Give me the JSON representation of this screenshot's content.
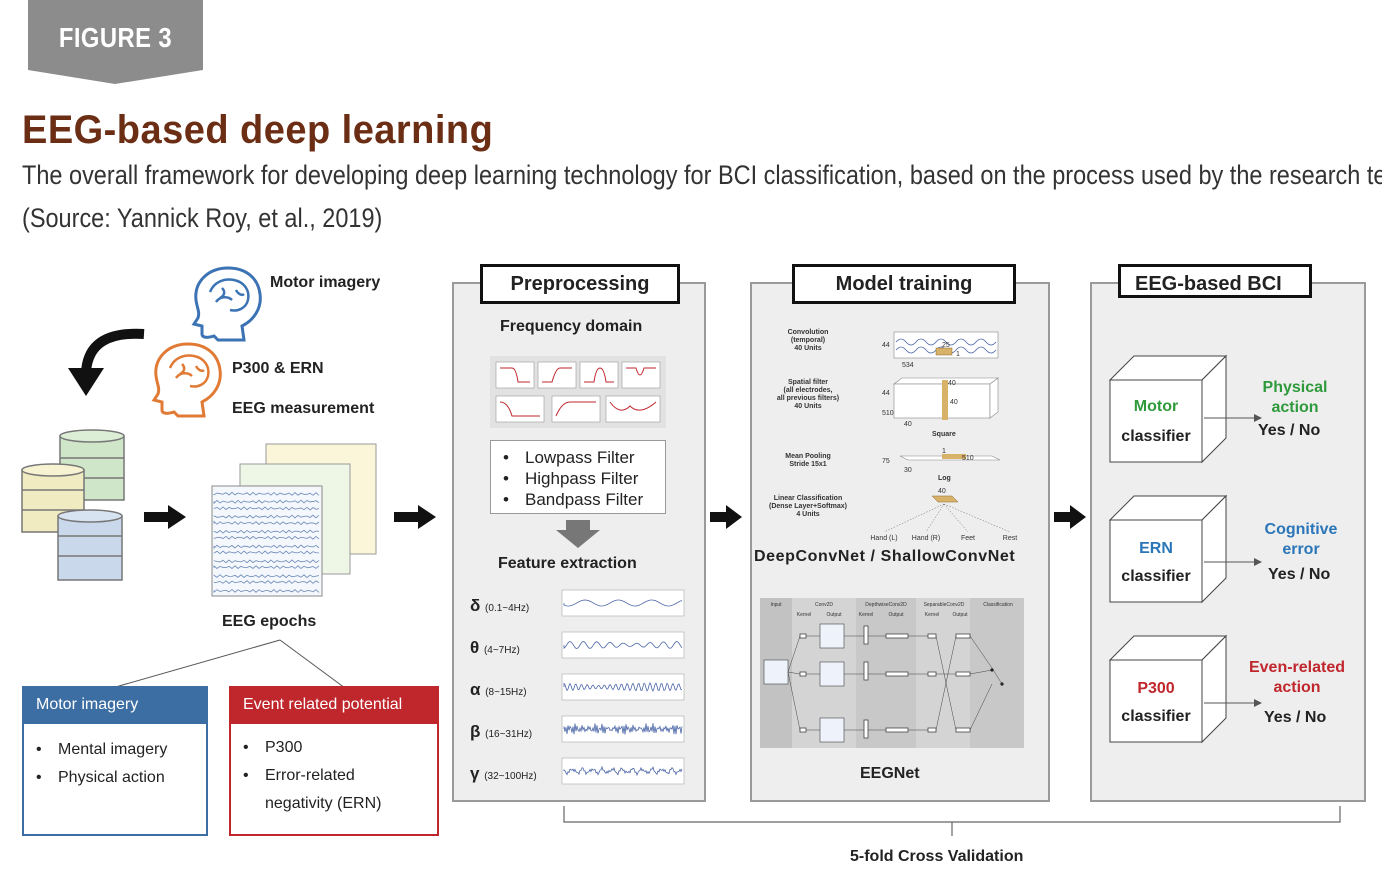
{
  "figure_tab": "FIGURE 3",
  "title": "EEG-based deep learning",
  "subtitle": "The overall framework for developing deep learning technology for BCI classification, based on the process used by the research team.",
  "source": "(Source: Yannick Roy, et al., 2019)",
  "colors": {
    "title": "#6b2d14",
    "tab": "#8c8c8c",
    "blue": "#3d6ea3",
    "red": "#c0272d",
    "green": "#2f9a3c",
    "cyan": "#2b76b9"
  },
  "acquisition": {
    "motor_imagery": "Motor imagery",
    "p300_ern": "P300 & ERN",
    "eeg_measurement": "EEG measurement",
    "eeg_epochs": "EEG epochs"
  },
  "categories": {
    "motor": {
      "header": "Motor imagery",
      "items": [
        "Mental imagery",
        "Physical action"
      ]
    },
    "erp": {
      "header": "Event related potential",
      "items": [
        "P300",
        "Error-related",
        "negativity  (ERN)"
      ]
    }
  },
  "preprocessing": {
    "header": "Preprocessing",
    "frequency_domain": "Frequency domain",
    "filters": [
      "Lowpass Filter",
      "Highpass Filter",
      "Bandpass Filter"
    ],
    "feature_extraction": "Feature extraction",
    "bands": [
      {
        "symbol": "δ",
        "range": "(0.1~4Hz)"
      },
      {
        "symbol": "θ",
        "range": "(4~7Hz)"
      },
      {
        "symbol": "α",
        "range": "(8~15Hz)"
      },
      {
        "symbol": "β",
        "range": "(16~31Hz)"
      },
      {
        "symbol": "γ",
        "range": "(32~100Hz)"
      }
    ]
  },
  "model_training": {
    "header": "Model training",
    "layers": [
      {
        "name": "Convolution\n(temporal)\n40 Units"
      },
      {
        "name": "Spatial filter\n(all electrodes,\nall previous filters)\n40 Units"
      },
      {
        "name": "Mean Pooling\nStride 15x1"
      },
      {
        "name": "Linear Classification\n(Dense Layer+Softmax)\n4 Units"
      }
    ],
    "dims": [
      "44",
      "25",
      "1",
      "534",
      "40",
      "44",
      "40",
      "510",
      "40",
      "75",
      "1",
      "510",
      "30",
      "40"
    ],
    "ops": [
      "Square",
      "Log"
    ],
    "classes": [
      "Hand (L)",
      "Hand (R)",
      "Feet",
      "Rest"
    ],
    "deepconvnet": "DeepConvNet / ShallowConvNet",
    "eegnet_cols": [
      "Input",
      "Conv2D",
      "DepthwiseConv2D",
      "SeparableConv2D",
      "Classification"
    ],
    "eegnet_sub": [
      "Kernel",
      "Output",
      "Kernel",
      "Output",
      "Kernel",
      "Output"
    ],
    "eegnet": "EEGNet"
  },
  "bci": {
    "header": "EEG-based BCI",
    "classifiers": [
      {
        "name": "Motor",
        "suffix": "classifier",
        "outcome": "Physical\naction",
        "answer": "Yes / No",
        "color": "#2f9a3c"
      },
      {
        "name": "ERN",
        "suffix": "classifier",
        "outcome": "Cognitive\nerror",
        "answer": "Yes / No",
        "color": "#2b76b9"
      },
      {
        "name": "P300",
        "suffix": "classifier",
        "outcome": "Even-related\naction",
        "answer": "Yes / No",
        "color": "#c0272d"
      }
    ]
  },
  "cross_validation": "5-fold Cross Validation"
}
